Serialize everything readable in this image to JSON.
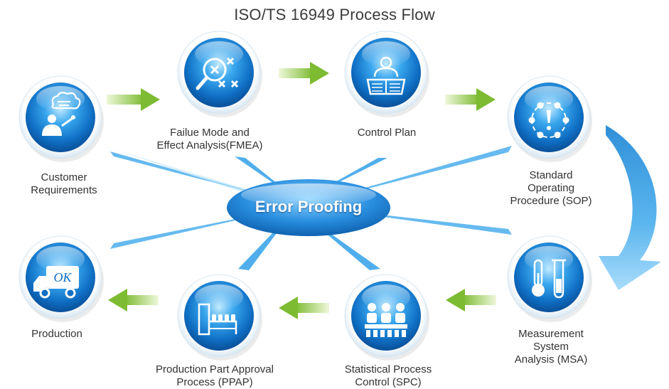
{
  "title": "ISO/TS 16949 Process Flow",
  "center": {
    "label": "Error Proofing"
  },
  "steps": [
    {
      "id": "customer",
      "icon": "customer-thought-icon",
      "lines": [
        "Customer",
        "Requirements"
      ]
    },
    {
      "id": "fmea",
      "icon": "magnifier-x-icon",
      "lines": [
        "Failue Mode and",
        "Effect Analysis(FMEA)"
      ]
    },
    {
      "id": "control",
      "icon": "person-document-icon",
      "lines": [
        "Control Plan"
      ]
    },
    {
      "id": "sop",
      "icon": "exclamation-cycle-icon",
      "lines": [
        "Standard",
        "Operating",
        "Procedure (SOP)"
      ]
    },
    {
      "id": "msa",
      "icon": "thermometer-testtube-icon",
      "lines": [
        "Measurement",
        "System",
        "Analysis (MSA)"
      ]
    },
    {
      "id": "spc",
      "icon": "people-group-icon",
      "lines": [
        "Statistical Process",
        "Control (SPC)"
      ]
    },
    {
      "id": "ppap",
      "icon": "approval-line-icon",
      "lines": [
        "Production Part Approval",
        "Process (PPAP)"
      ]
    },
    {
      "id": "production",
      "icon": "ok-truck-icon",
      "lines": [
        "Production"
      ]
    }
  ],
  "colors": {
    "orb_dark": "#0a63b8",
    "orb_mid": "#1e8fe0",
    "orb_light": "#7fd0ff",
    "arrow_green_start": "#e6f4c8",
    "arrow_green_end": "#8cc63f",
    "ray": "#3aa8ea",
    "title_text": "#3a3a3a"
  }
}
